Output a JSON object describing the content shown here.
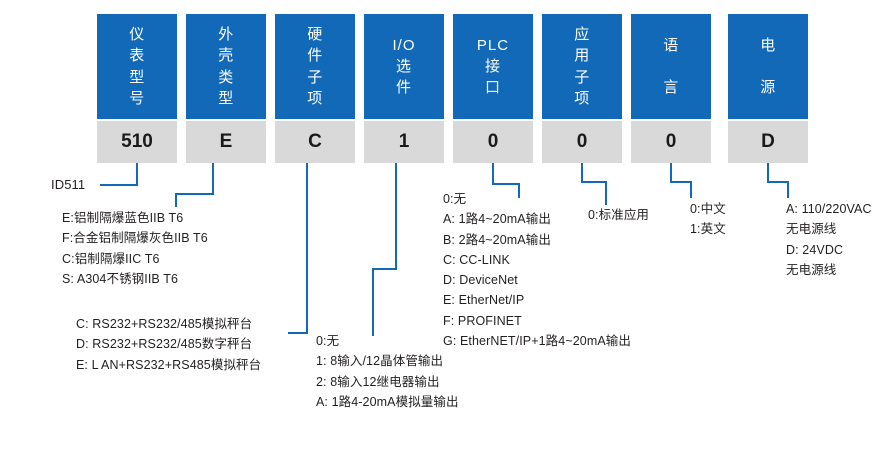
{
  "diagram": {
    "title": "ID511 model code breakdown",
    "accent_color": "#1269b8",
    "code_fill_color": "#d9d9d9",
    "columns": [
      {
        "name": "model-number",
        "header": "仪\n表\n型\n号",
        "code": "510",
        "latin": false
      },
      {
        "name": "enclosure-type",
        "header": "外\n壳\n类\n型",
        "code": "E",
        "latin": false
      },
      {
        "name": "hardware-subitem",
        "header": "硬\n件\n子\n项",
        "code": "C",
        "latin": false
      },
      {
        "name": "io-option",
        "header": "I/O\n选\n件",
        "code": "1",
        "latin": true
      },
      {
        "name": "plc-interface",
        "header": "PLC\n接\n口",
        "code": "0",
        "latin": true
      },
      {
        "name": "application-subitem",
        "header": "应\n用\n子\n项",
        "code": "0",
        "latin": false
      },
      {
        "name": "language",
        "header": "语\n\n言",
        "code": "0",
        "latin": false
      },
      {
        "name": "power-supply",
        "header": "电\n\n源",
        "code": "D",
        "latin": false
      }
    ],
    "notes": {
      "model_id": "ID511",
      "enclosure_options": "E:铝制隔爆蓝色IIB T6\nF:合金铝制隔爆灰色IIB T6\nC:铝制隔爆IIC T6\nS: A304不锈钢IIB T6",
      "hardware_options": "C: RS232+RS232/485模拟秤台\nD: RS232+RS232/485数字秤台\nE: L AN+RS232+RS485模拟秤台",
      "io_options": "0:无\n1: 8输入/12晶体管输出\n2: 8输入12继电器输出\nA: 1路4-20mA模拟量输出",
      "plc_options": "0:无\nA: 1路4~20mA输出\nB: 2路4~20mA输出\nC: CC-LINK\nD: DeviceNet\nE: EtherNet/IP\nF: PROFINET\nG: EtherNET/IP+1路4~20mA输出",
      "application_options": "0:标准应用",
      "language_options": "0:中文\n1:英文",
      "power_options": "A: 110/220VAC\n无电源线\nD: 24VDC\n无电源线"
    }
  }
}
